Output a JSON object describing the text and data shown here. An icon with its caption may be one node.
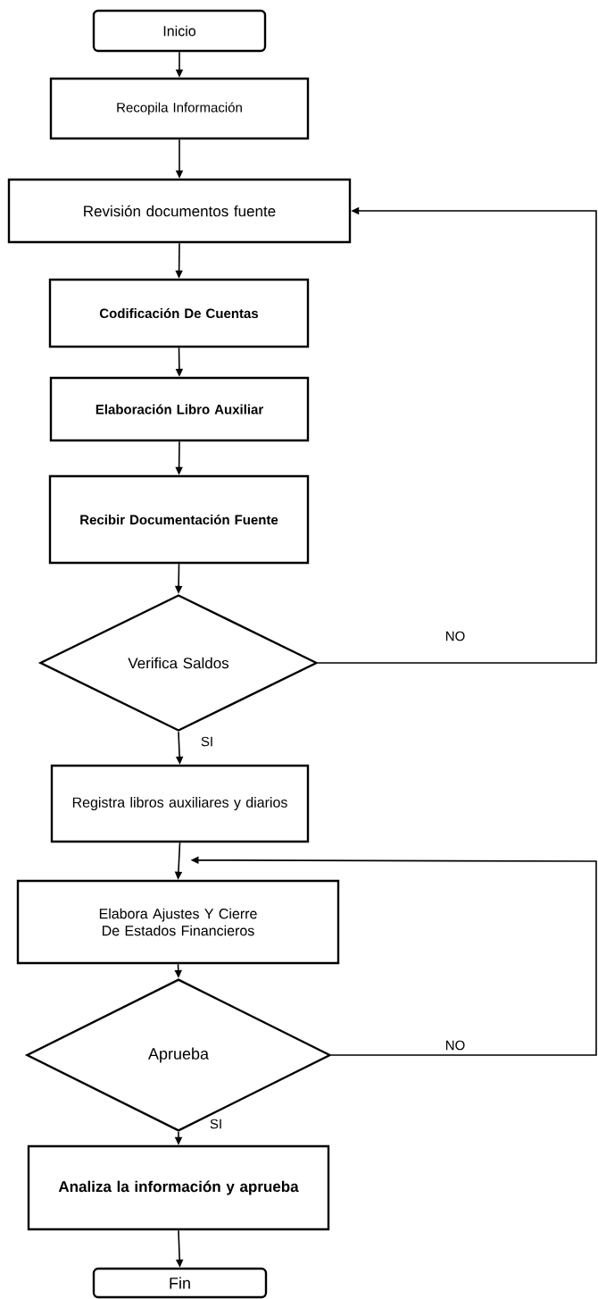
{
  "diagram": {
    "nodes": [
      {
        "text": [
          "Inicio"
        ]
      },
      {
        "text": [
          "Recopila Información"
        ]
      },
      {
        "text": [
          "Revisión documentos fuente"
        ]
      },
      {
        "text": [
          "Codificación De Cuentas"
        ]
      },
      {
        "text": [
          "Elaboración Libro Auxiliar"
        ]
      },
      {
        "text": [
          "Recibir Documentación Fuente"
        ]
      },
      {
        "text": [
          "Verifica Saldos"
        ]
      },
      {
        "text": [
          "Registra libros auxiliares y diarios"
        ]
      },
      {
        "text": [
          "Elabora Ajustes Y Cierre De Estados Financieros"
        ]
      },
      {
        "text": [
          "Aprueba"
        ]
      },
      {
        "text": [
          "Analiza la información y aprueba"
        ]
      },
      {
        "text": [
          "Fin"
        ]
      }
    ],
    "edges": [
      {
        "from": 0,
        "to": 1,
        "arrow": "to"
      },
      {
        "from": 1,
        "to": 2,
        "arrow": "to"
      },
      {
        "from": 2,
        "to": 3,
        "arrow": "to"
      },
      {
        "from": 3,
        "to": 4,
        "arrow": "to"
      },
      {
        "from": 4,
        "to": 5,
        "arrow": "to"
      },
      {
        "from": 5,
        "to": 6,
        "arrow": "to"
      },
      {
        "from": 6,
        "to": 7,
        "arrow": "to",
        "label": "SI"
      },
      {
        "from": 7,
        "to": 8,
        "arrow": "to"
      },
      {
        "from": 8,
        "to": 9,
        "arrow": "to"
      },
      {
        "from": 9,
        "to": 10,
        "arrow": "to",
        "label": "SI"
      },
      {
        "from": 10,
        "to": 11,
        "arrow": "to"
      },
      {
        "from": 6,
        "to": 2,
        "arrow": "to",
        "label": "NO"
      },
      {
        "from": 9,
        "to": 8,
        "arrow": "to",
        "label": "NO"
      }
    ]
  }
}
